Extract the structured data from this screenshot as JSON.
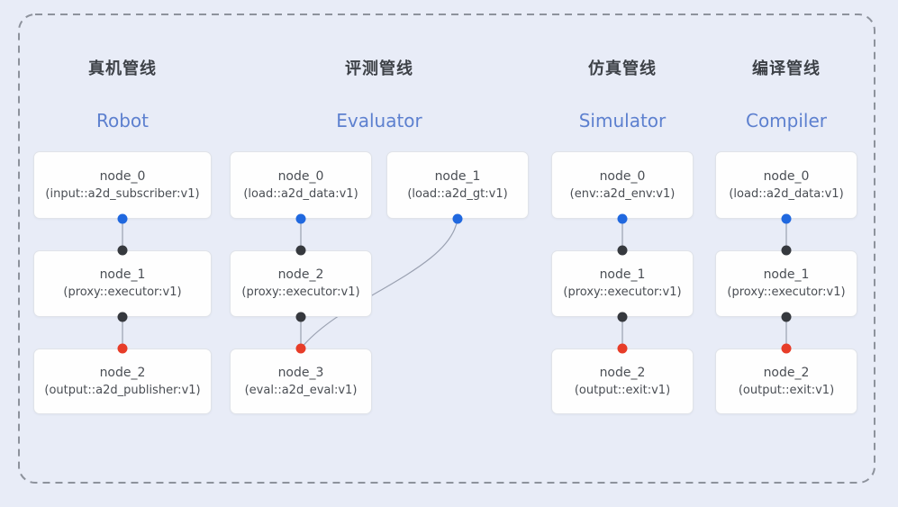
{
  "colors": {
    "background": "#e8ecf7",
    "dash_border": "#8d929c",
    "edge": "#9aa1b1",
    "port_blue": "#2068df",
    "port_dark": "#36393e",
    "port_red": "#e73c28",
    "title_zh": "#3d4147",
    "title_en": "#5d80cf",
    "node_text": "#4a4e54",
    "box_bg": "#fefefe",
    "box_border": "#e0e3e9"
  },
  "pipelines": [
    {
      "title_zh": "真机管线",
      "title_en": "Robot",
      "nodes": [
        {
          "name": "node_0",
          "type": "(input::a2d_subscriber:v1)"
        },
        {
          "name": "node_1",
          "type": "(proxy::executor:v1)"
        },
        {
          "name": "node_2",
          "type": "(output::a2d_publisher:v1)"
        }
      ],
      "edges": [
        {
          "from": "node_0",
          "to": "node_1"
        },
        {
          "from": "node_1",
          "to": "node_2"
        }
      ]
    },
    {
      "title_zh": "评测管线",
      "title_en": "Evaluator",
      "nodes": [
        {
          "name": "node_0",
          "type": "(load::a2d_data:v1)"
        },
        {
          "name": "node_1",
          "type": "(load::a2d_gt:v1)"
        },
        {
          "name": "node_2",
          "type": "(proxy::executor:v1)"
        },
        {
          "name": "node_3",
          "type": "(eval::a2d_eval:v1)"
        }
      ],
      "edges": [
        {
          "from": "node_0",
          "to": "node_2"
        },
        {
          "from": "node_2",
          "to": "node_3"
        },
        {
          "from": "node_1",
          "to": "node_3"
        }
      ]
    },
    {
      "title_zh": "仿真管线",
      "title_en": "Simulator",
      "nodes": [
        {
          "name": "node_0",
          "type": "(env::a2d_env:v1)"
        },
        {
          "name": "node_1",
          "type": "(proxy::executor:v1)"
        },
        {
          "name": "node_2",
          "type": "(output::exit:v1)"
        }
      ],
      "edges": [
        {
          "from": "node_0",
          "to": "node_1"
        },
        {
          "from": "node_1",
          "to": "node_2"
        }
      ]
    },
    {
      "title_zh": "编译管线",
      "title_en": "Compiler",
      "nodes": [
        {
          "name": "node_0",
          "type": "(load::a2d_data:v1)"
        },
        {
          "name": "node_1",
          "type": "(proxy::executor:v1)"
        },
        {
          "name": "node_2",
          "type": "(output::exit:v1)"
        }
      ],
      "edges": [
        {
          "from": "node_0",
          "to": "node_1"
        },
        {
          "from": "node_1",
          "to": "node_2"
        }
      ]
    }
  ]
}
